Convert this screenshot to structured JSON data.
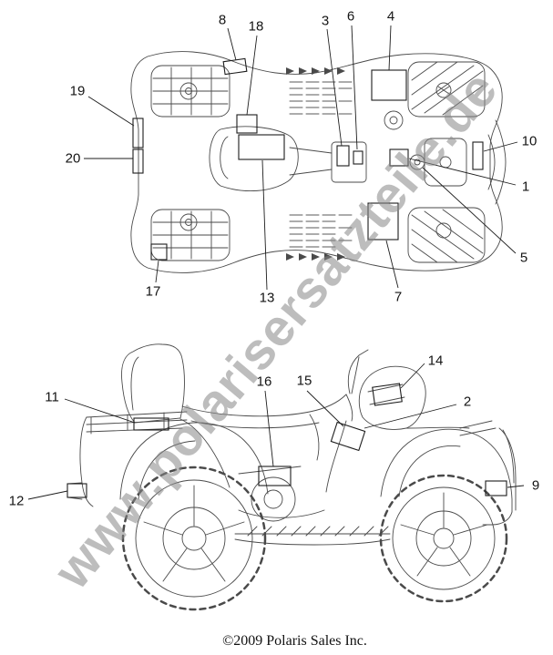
{
  "watermark": {
    "text": "www.polarisersatzteile.de",
    "color": "#878787"
  },
  "footer": {
    "copyright": "©2009 Polaris Sales Inc."
  },
  "callouts": {
    "top": {
      "n1": "1",
      "n3": "3",
      "n4": "4",
      "n5": "5",
      "n6": "6",
      "n7": "7",
      "n8": "8",
      "n10": "10",
      "n13": "13",
      "n17": "17",
      "n18": "18",
      "n19": "19",
      "n20": "20"
    },
    "side": {
      "n2": "2",
      "n9": "9",
      "n11": "11",
      "n12": "12",
      "n14": "14",
      "n15": "15",
      "n16": "16"
    }
  }
}
